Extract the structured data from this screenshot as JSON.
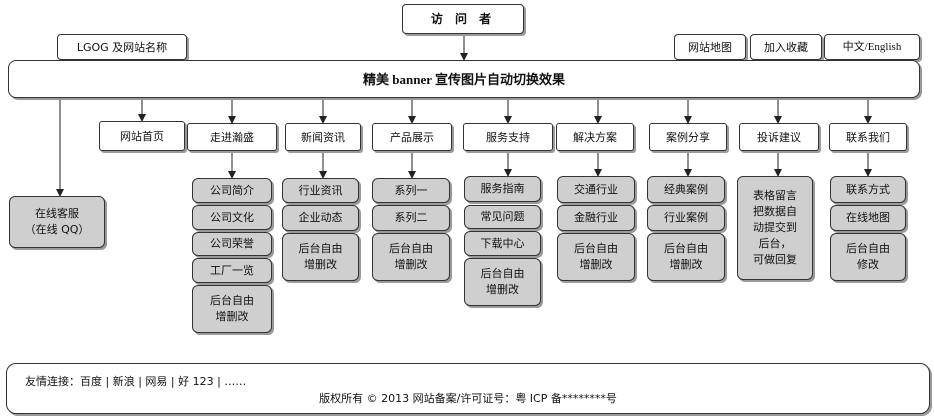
{
  "visitor": "访 问 者",
  "logo_label": "LGOG 及网站名称",
  "top_links": [
    "网站地图",
    "加入收藏",
    "中文/English"
  ],
  "banner": "精美 banner 宣传图片自动切换效果",
  "online_service": [
    "在线客服",
    "（在线 QQ）"
  ],
  "nav": [
    {
      "label": "网站首页",
      "children": []
    },
    {
      "label": "走进瀚盛",
      "children": [
        [
          "公司简介"
        ],
        [
          "公司文化"
        ],
        [
          "公司荣誉"
        ],
        [
          "工厂一览"
        ],
        [
          "后台自由",
          "增删改"
        ]
      ]
    },
    {
      "label": "新闻资讯",
      "children": [
        [
          "行业资讯"
        ],
        [
          "企业动态"
        ],
        [
          "后台自由",
          "增删改"
        ]
      ]
    },
    {
      "label": "产品展示",
      "children": [
        [
          "系列一"
        ],
        [
          "系列二"
        ],
        [
          "后台自由",
          "增删改"
        ]
      ]
    },
    {
      "label": "服务支持",
      "children": [
        [
          "服务指南"
        ],
        [
          "常见问题"
        ],
        [
          "下载中心"
        ],
        [
          "后台自由",
          "增删改"
        ]
      ]
    },
    {
      "label": "解决方案",
      "children": [
        [
          "交通行业"
        ],
        [
          "金融行业"
        ],
        [
          "后台自由",
          "增删改"
        ]
      ]
    },
    {
      "label": "案例分享",
      "children": [
        [
          "经典案例"
        ],
        [
          "行业案例"
        ],
        [
          "后台自由",
          "增删改"
        ]
      ]
    },
    {
      "label": "投诉建议",
      "children": [
        [
          "表格留言",
          "把数据自",
          "动提交到",
          "后台，",
          "可做回复"
        ]
      ]
    },
    {
      "label": "联系我们",
      "children": [
        [
          "联系方式"
        ],
        [
          "在线地图"
        ],
        [
          "后台自由",
          "修改"
        ]
      ]
    }
  ],
  "footer": {
    "links": "友情连接：百度 | 新浪 | 网易 | 好 123 | ……",
    "copyright": "版权所有  © 2013    网站备案/许可证号：粤 ICP 备********号"
  }
}
